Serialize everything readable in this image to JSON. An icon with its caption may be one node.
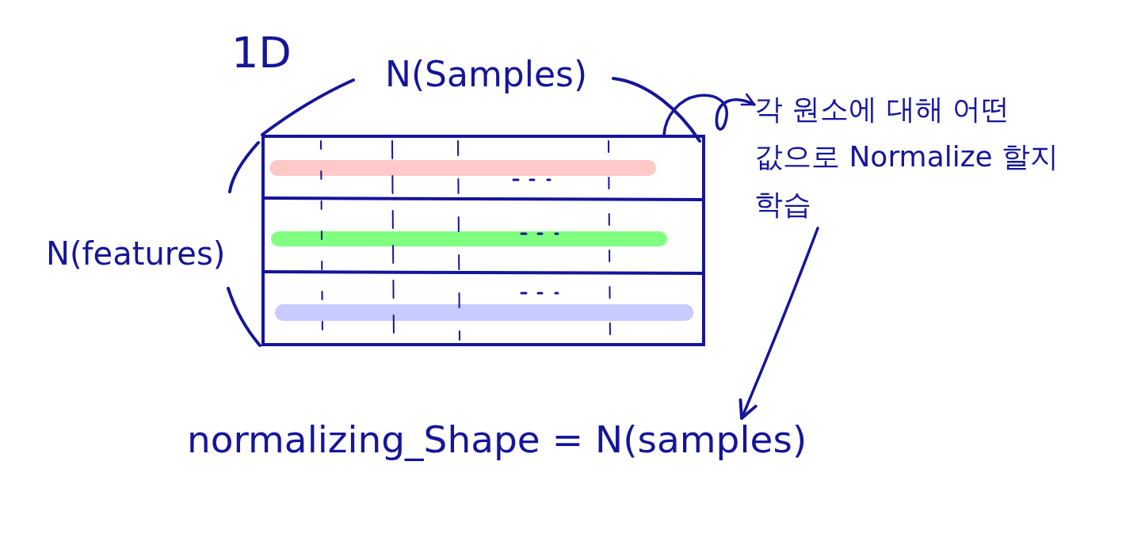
{
  "diagram": {
    "title": "1D",
    "nodes": [
      {
        "text": [],
        "shape": "box"
      },
      {
        "text": [],
        "shape": "bar",
        "in": 0
      },
      {
        "text": [],
        "shape": "bar",
        "in": 0
      },
      {
        "text": [],
        "shape": "bar",
        "in": 0
      },
      {
        "text": [
          "각 원소에 대해 어떤 값으로 Normalize 할지 학습"
        ]
      },
      {
        "text": [
          "normalizing_Shape = N(samples)"
        ]
      }
    ],
    "edges": [
      {
        "from": 0,
        "to": 4,
        "arrow": "to"
      },
      {
        "from": 4,
        "to": 5,
        "arrow": "to"
      }
    ],
    "labels": [
      "N(Samples)",
      "N(features)"
    ]
  }
}
